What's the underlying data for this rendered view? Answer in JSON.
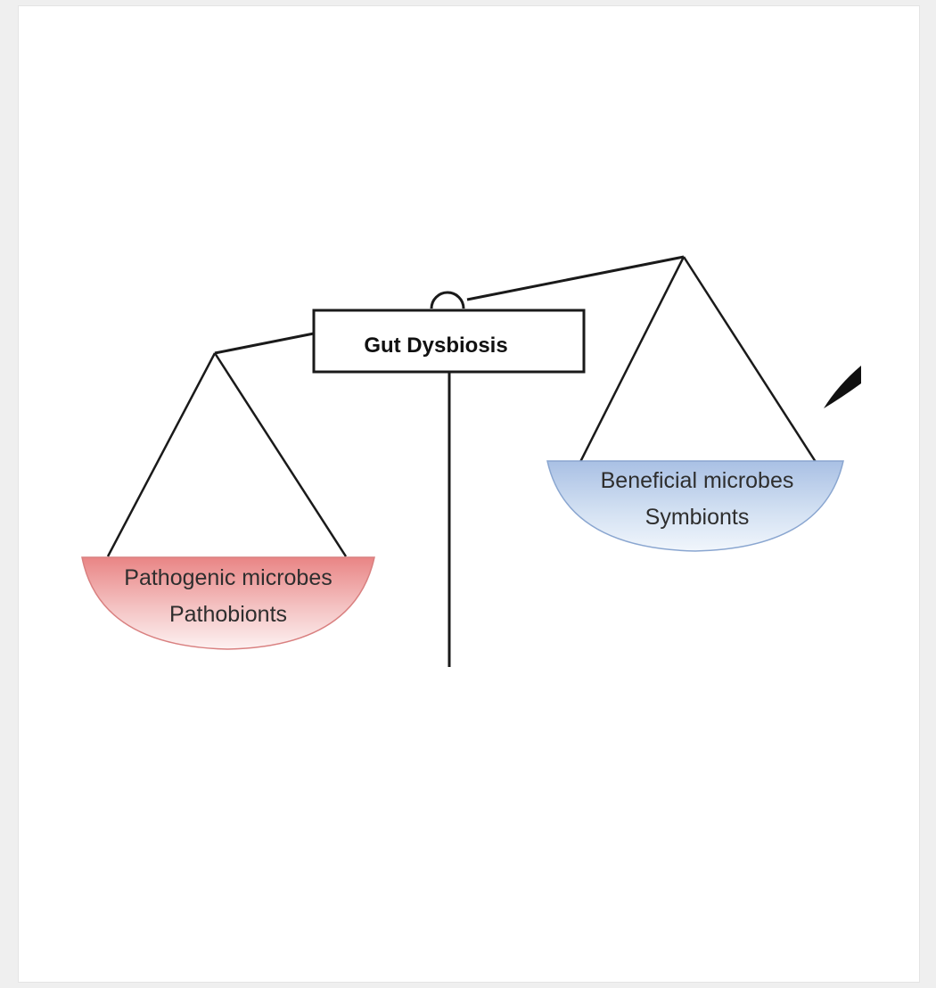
{
  "diagram": {
    "title": "Gut Dysbiosis",
    "left_pan": {
      "line1": "Pathogenic microbes",
      "line2": "Pathobionts"
    },
    "right_pan": {
      "line1": "Beneficial microbes",
      "line2": "Symbionts"
    }
  },
  "colors": {
    "left_pan": "#e98585",
    "right_pan": "#a9c0e4",
    "lines": "#1a1a1a"
  }
}
